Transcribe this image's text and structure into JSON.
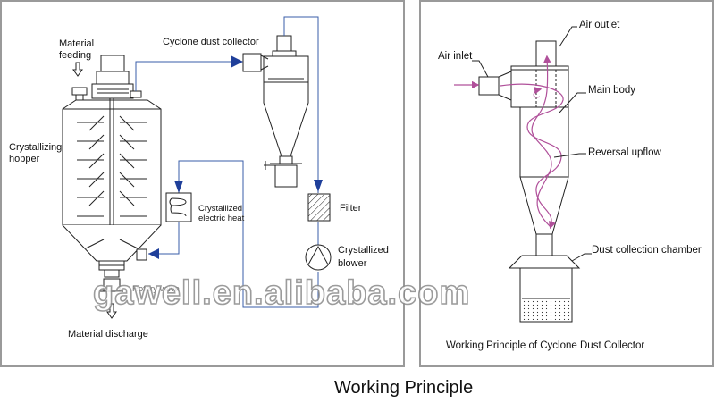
{
  "left_diagram": {
    "material_feeding": [
      "Material",
      "feeding"
    ],
    "crystallizing_hopper": [
      "Crystallizing",
      "hopper"
    ],
    "cyclone_dust_collector": "Cyclone dust collector",
    "crystallized_electric_heat": [
      "Crystallized",
      "electric heat"
    ],
    "filter": "Filter",
    "crystallized_blower": [
      "Crystallized",
      "blower"
    ],
    "rotary_valve": "Rotary valve",
    "material_discharge": "Material discharge"
  },
  "right_diagram": {
    "air_outlet": "Air outlet",
    "air_inlet": "Air inlet",
    "main_body": "Main body",
    "reversal_upflow": "Reversal upflow",
    "dust_collection_chamber": "Dust collection chamber",
    "caption": "Working Principle of Cyclone Dust Collector"
  },
  "watermark": "gawell.en.alibaba.com",
  "title": "Working Principle",
  "colors": {
    "pipe": "#3a5ea8",
    "flow": "#b0509a",
    "arrow": "#1f3f9a",
    "frame": "#9a9a9a"
  }
}
